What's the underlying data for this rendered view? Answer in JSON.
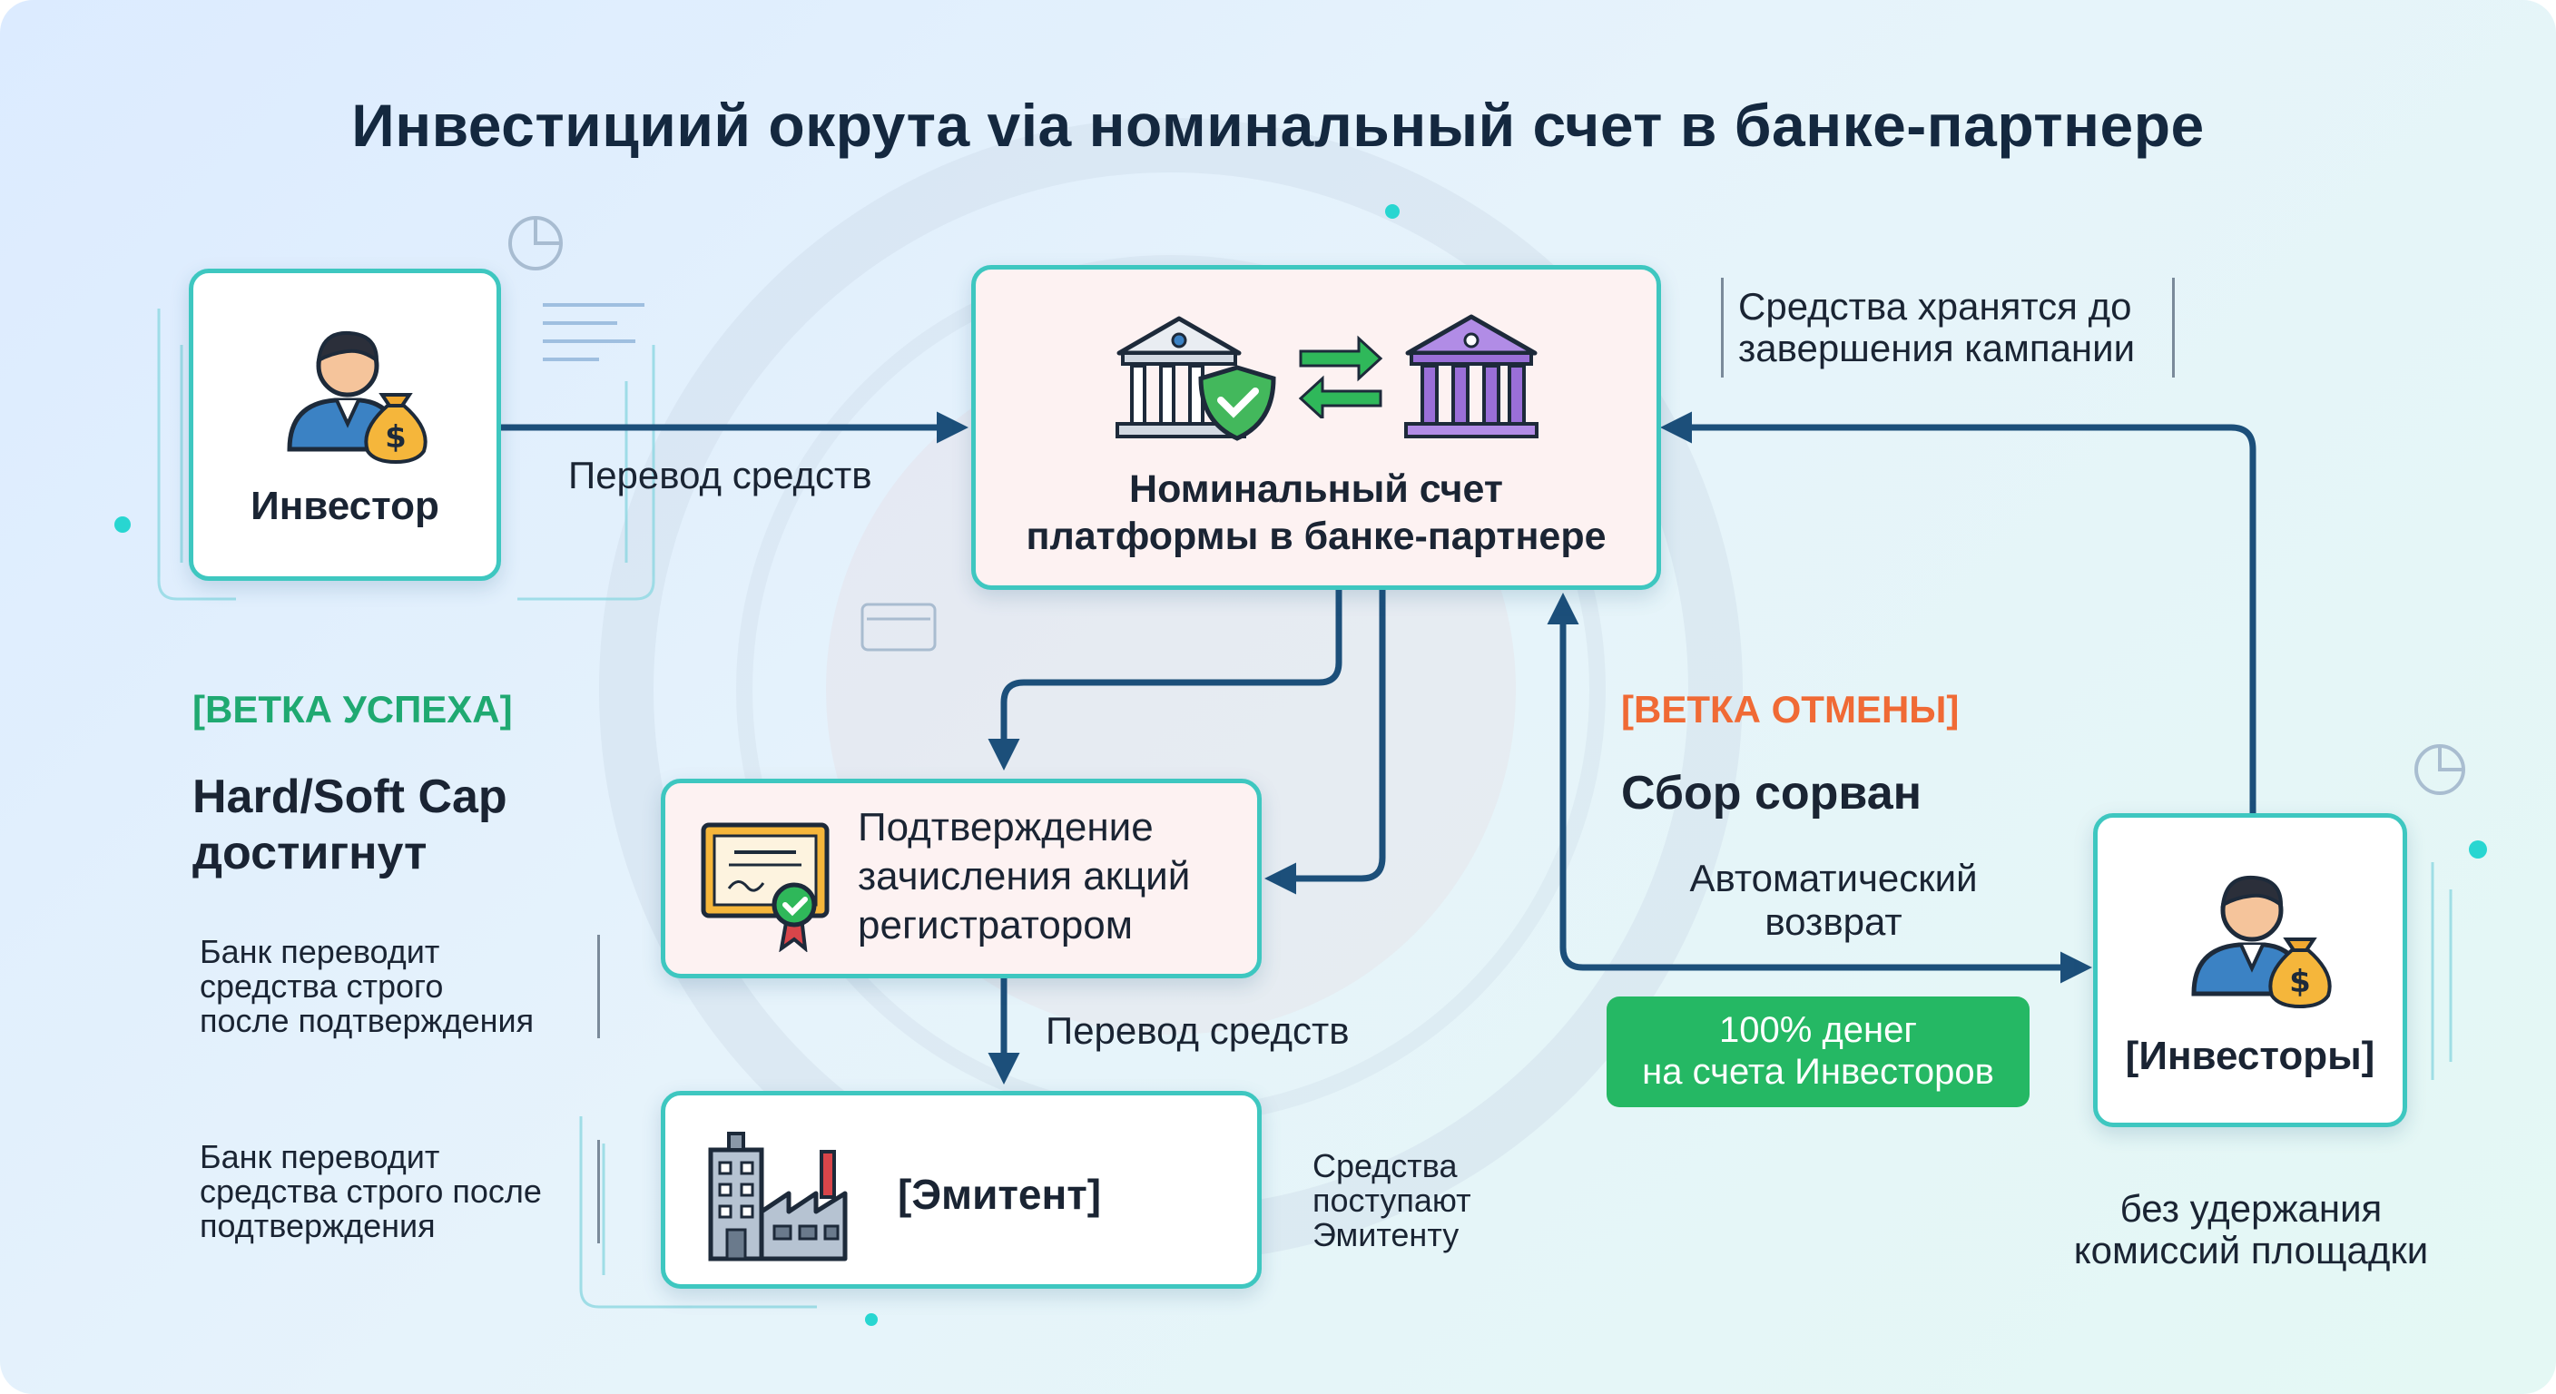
{
  "title": "Инвестициий окрута via номинальный счет в банке-партнере",
  "investor": {
    "label": "Инвестор"
  },
  "account": {
    "line1": "Номинальный счет",
    "line2": "платформы в банке-партнере"
  },
  "account_note": {
    "line1": "Средства хранятся до",
    "line2": "завершения кампании"
  },
  "transfer_top": "Перевод средств",
  "success": {
    "tag": "[ВЕТКА УСПЕХА]",
    "heading_line1": "Hard/Soft Cap",
    "heading_line2": "достигнут",
    "note1": [
      "Банк переводит",
      "средства строго",
      "после подтверждения"
    ],
    "note2": [
      "Банк переводит",
      "средства строго после",
      "подтверждения"
    ]
  },
  "registrar": {
    "line1": "Подтверждение",
    "line2": "зачисления акций",
    "line3": "регистратором"
  },
  "transfer_mid": "Перевод средств",
  "issuer": {
    "label": "[Эмитент]",
    "note": [
      "Средства",
      "поступают",
      "Эмитенту"
    ]
  },
  "cancel": {
    "tag": "[ВЕТКА ОТМЕНЫ]",
    "heading": "Сбор сорван",
    "return_line1": "Автоматический",
    "return_line2": "возврат",
    "badge_line1": "100% денег",
    "badge_line2": "на счета Инвесторов"
  },
  "investors": {
    "label": "[Инвесторы]",
    "note1": "без удержания",
    "note2": "комиссий площадки"
  },
  "colors": {
    "teal_border": "#3ec7c0",
    "arrow": "#1c4f7a",
    "success_tag": "#1fa971",
    "cancel_tag": "#f06a35",
    "badge": "#25b864",
    "title": "#14283f"
  },
  "icons": [
    "investor-icon",
    "money-bag-icon",
    "bank-shield-icon",
    "exchange-arrows-icon",
    "bank-purple-icon",
    "certificate-icon",
    "factory-icon"
  ]
}
